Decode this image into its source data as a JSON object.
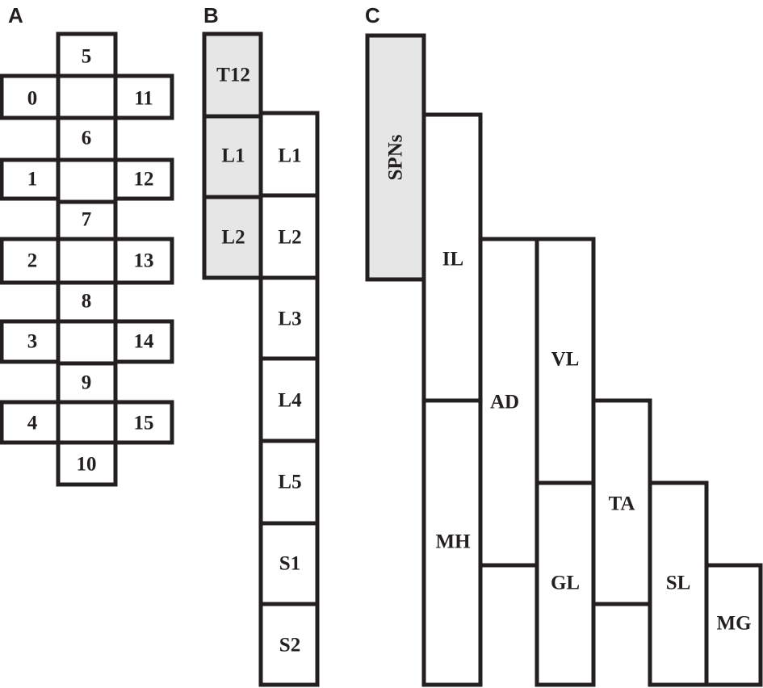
{
  "panels": {
    "a": "A",
    "b": "B",
    "c": "C"
  },
  "colors": {
    "stroke": "#231f20",
    "shaded": "#e6e6e6",
    "fill": "#ffffff"
  },
  "panel_a": {
    "center": [
      "5",
      "6",
      "7",
      "8",
      "9",
      "10"
    ],
    "left": [
      "0",
      "1",
      "2",
      "3",
      "4"
    ],
    "right": [
      "11",
      "12",
      "13",
      "14",
      "15"
    ]
  },
  "panel_b": {
    "shaded_column": [
      "T12",
      "L1",
      "L2"
    ],
    "segment_column": [
      "L1",
      "L2",
      "L3",
      "L4",
      "L5",
      "S1",
      "S2"
    ]
  },
  "panel_c": {
    "spns": "SPNs",
    "il": "IL",
    "mh": "MH",
    "ad": "AD",
    "vl": "VL",
    "gl": "GL",
    "ta": "TA",
    "sl": "SL",
    "mg": "MG"
  }
}
